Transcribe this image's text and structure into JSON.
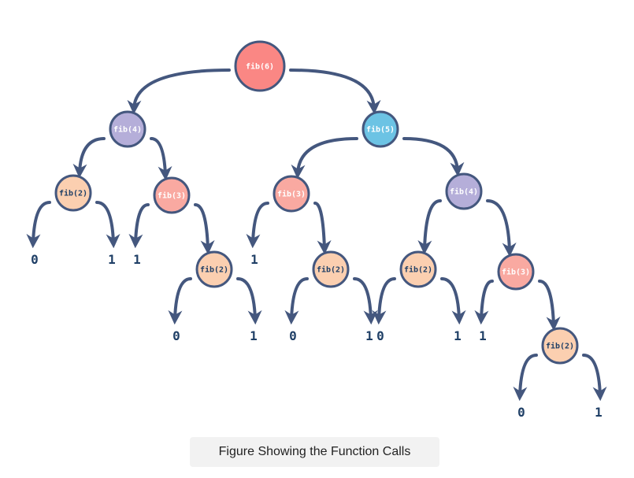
{
  "caption": "Figure Showing the Function Calls",
  "colors": {
    "root": "#fa8784",
    "fib5": "#6cc3e4",
    "fib4": "#b5aed9",
    "fib3": "#f9a9a1",
    "fib2": "#fbcfb0",
    "stroke": "#44577e",
    "leaf_text": "#1f3f66"
  },
  "nodes": [
    {
      "id": "n-fib6",
      "label": "fib(6)",
      "color": "root"
    },
    {
      "id": "n-fib4-a",
      "label": "fib(4)",
      "color": "fib4"
    },
    {
      "id": "n-fib5",
      "label": "fib(5)",
      "color": "fib5"
    },
    {
      "id": "n-fib2-a",
      "label": "fib(2)",
      "color": "fib2"
    },
    {
      "id": "n-fib3-a",
      "label": "fib(3)",
      "color": "fib3"
    },
    {
      "id": "n-fib3-b",
      "label": "fib(3)",
      "color": "fib3"
    },
    {
      "id": "n-fib4-b",
      "label": "fib(4)",
      "color": "fib4"
    },
    {
      "id": "n-fib2-b",
      "label": "fib(2)",
      "color": "fib2"
    },
    {
      "id": "n-fib2-c",
      "label": "fib(2)",
      "color": "fib2"
    },
    {
      "id": "n-fib2-d",
      "label": "fib(2)",
      "color": "fib2"
    },
    {
      "id": "n-fib3-c",
      "label": "fib(3)",
      "color": "fib3"
    },
    {
      "id": "n-fib2-e",
      "label": "fib(2)",
      "color": "fib2"
    }
  ],
  "leaves": [
    {
      "id": "l1",
      "value": "0"
    },
    {
      "id": "l2",
      "value": "1"
    },
    {
      "id": "l3",
      "value": "1"
    },
    {
      "id": "l4",
      "value": "1"
    },
    {
      "id": "l5",
      "value": "0"
    },
    {
      "id": "l6",
      "value": "1"
    },
    {
      "id": "l7",
      "value": "0"
    },
    {
      "id": "l8",
      "value": "1"
    },
    {
      "id": "l9",
      "value": "0"
    },
    {
      "id": "l10",
      "value": "1"
    },
    {
      "id": "l11",
      "value": "1"
    },
    {
      "id": "l12",
      "value": "0"
    },
    {
      "id": "l13",
      "value": "1"
    }
  ],
  "edges": [
    [
      "n-fib6",
      "n-fib4-a"
    ],
    [
      "n-fib6",
      "n-fib5"
    ],
    [
      "n-fib4-a",
      "n-fib2-a"
    ],
    [
      "n-fib4-a",
      "n-fib3-a"
    ],
    [
      "n-fib5",
      "n-fib3-b"
    ],
    [
      "n-fib5",
      "n-fib4-b"
    ],
    [
      "n-fib2-a",
      "l1"
    ],
    [
      "n-fib2-a",
      "l2"
    ],
    [
      "n-fib3-a",
      "l3"
    ],
    [
      "n-fib3-a",
      "n-fib2-b"
    ],
    [
      "n-fib3-b",
      "l4"
    ],
    [
      "n-fib3-b",
      "n-fib2-c"
    ],
    [
      "n-fib4-b",
      "n-fib2-d"
    ],
    [
      "n-fib4-b",
      "n-fib3-c"
    ],
    [
      "n-fib2-b",
      "l5"
    ],
    [
      "n-fib2-b",
      "l6"
    ],
    [
      "n-fib2-c",
      "l7"
    ],
    [
      "n-fib2-c",
      "l8"
    ],
    [
      "n-fib2-d",
      "l9"
    ],
    [
      "n-fib2-d",
      "l10"
    ],
    [
      "n-fib3-c",
      "l11"
    ],
    [
      "n-fib3-c",
      "n-fib2-e"
    ],
    [
      "n-fib2-e",
      "l12"
    ],
    [
      "n-fib2-e",
      "l13"
    ]
  ]
}
